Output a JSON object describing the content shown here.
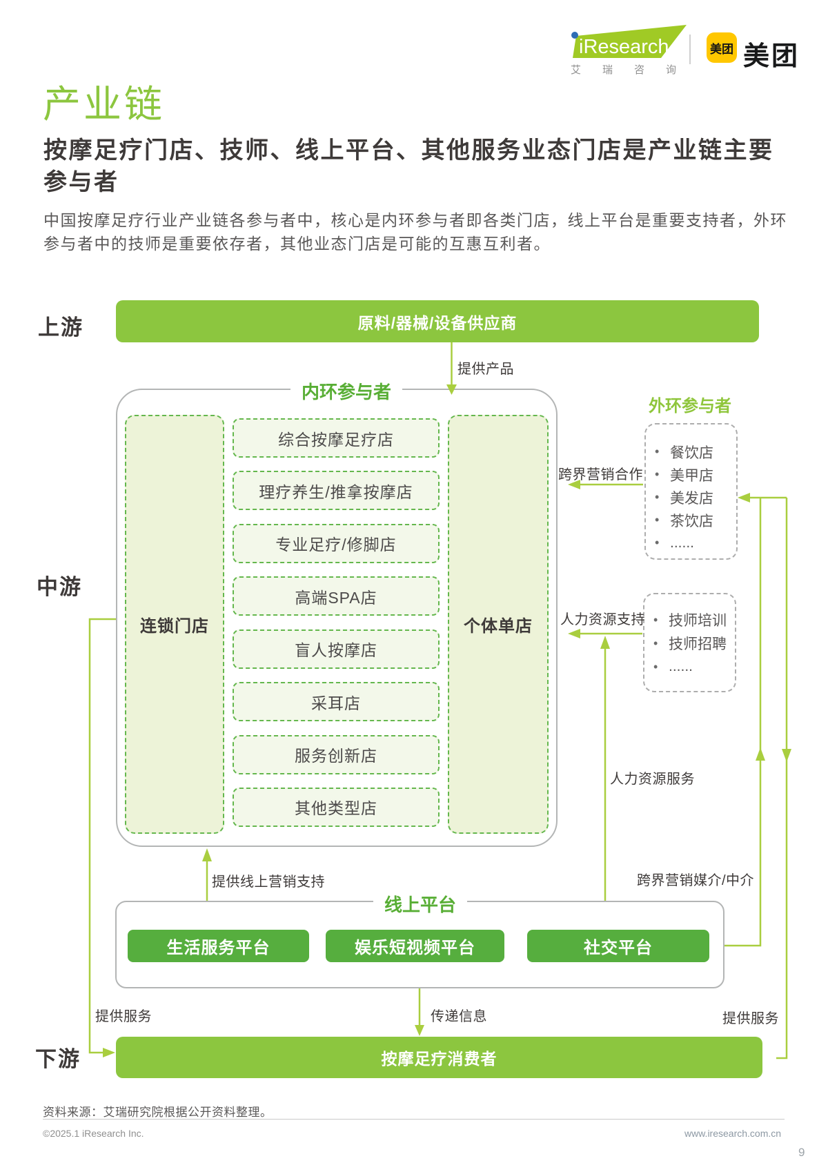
{
  "header": {
    "iresearch_logo": {
      "wordmark": "iResearch",
      "subtext": "艾瑞咨询"
    },
    "meituan_logo": {
      "icon_text": "美团",
      "wordmark": "美团"
    }
  },
  "page": {
    "title": "产业链",
    "headline_line1": "按摩足疗门店、技师、线上平台、其他服务业态门店是产业链主要",
    "headline_line2": "参与者",
    "intro_line1": "中国按摩足疗行业产业链各参与者中，核心是内环参与者即各类门店，线上平台是重要支持者，外环",
    "intro_line2": "参与者中的技师是重要依存者，其他业态门店是可能的互惠互利者。",
    "page_number": "9"
  },
  "diagram": {
    "stages": {
      "upstream": "上游",
      "midstream": "中游",
      "downstream": "下游"
    },
    "supplier_bar": "原料/器械/设备供应商",
    "consumer_bar": "按摩足疗消费者",
    "inner_circle": {
      "title": "内环参与者",
      "chain_stores": "连锁门店",
      "individual_stores": "个体单店",
      "store_types": [
        "综合按摩足疗店",
        "理疗养生/推拿按摩店",
        "专业足疗/修脚店",
        "高端SPA店",
        "盲人按摩店",
        "采耳店",
        "服务创新店",
        "其他类型店"
      ]
    },
    "outer_circle": {
      "title": "外环参与者",
      "other_stores": [
        "餐饮店",
        "美甲店",
        "美发店",
        "茶饮店",
        "......"
      ],
      "technician_services": [
        "技师培训",
        "技师招聘",
        "......"
      ]
    },
    "online_platform": {
      "title": "线上平台",
      "platforms": [
        "生活服务平台",
        "娱乐短视频平台",
        "社交平台"
      ]
    },
    "labels": {
      "provide_products": "提供产品",
      "cross_marketing": "跨界营销合作",
      "hr_support": "人力资源支持",
      "hr_service": "人力资源服务",
      "cross_marketing_media": "跨界营销媒介/中介",
      "online_marketing_support": "提供线上营销支持",
      "provide_service_left": "提供服务",
      "deliver_info": "传递信息",
      "provide_service_right": "提供服务"
    }
  },
  "footer": {
    "source_note": "资料来源：艾瑞研究院根据公开资料整理。",
    "copyright": "©2025.1 iResearch Inc.",
    "website": "www.iresearch.com.cn"
  },
  "colors": {
    "bar-green": "#8CC63F",
    "button-green": "#56AE3E",
    "line-green": "#A9CE3F",
    "dash-green": "#64B74D",
    "title-green": "#8CC63F",
    "inner-title-green": "#58AE35",
    "outer-title-green": "#8FC63C",
    "meituan-yellow": "#FFC700",
    "logo-green": "#A0CA25"
  }
}
